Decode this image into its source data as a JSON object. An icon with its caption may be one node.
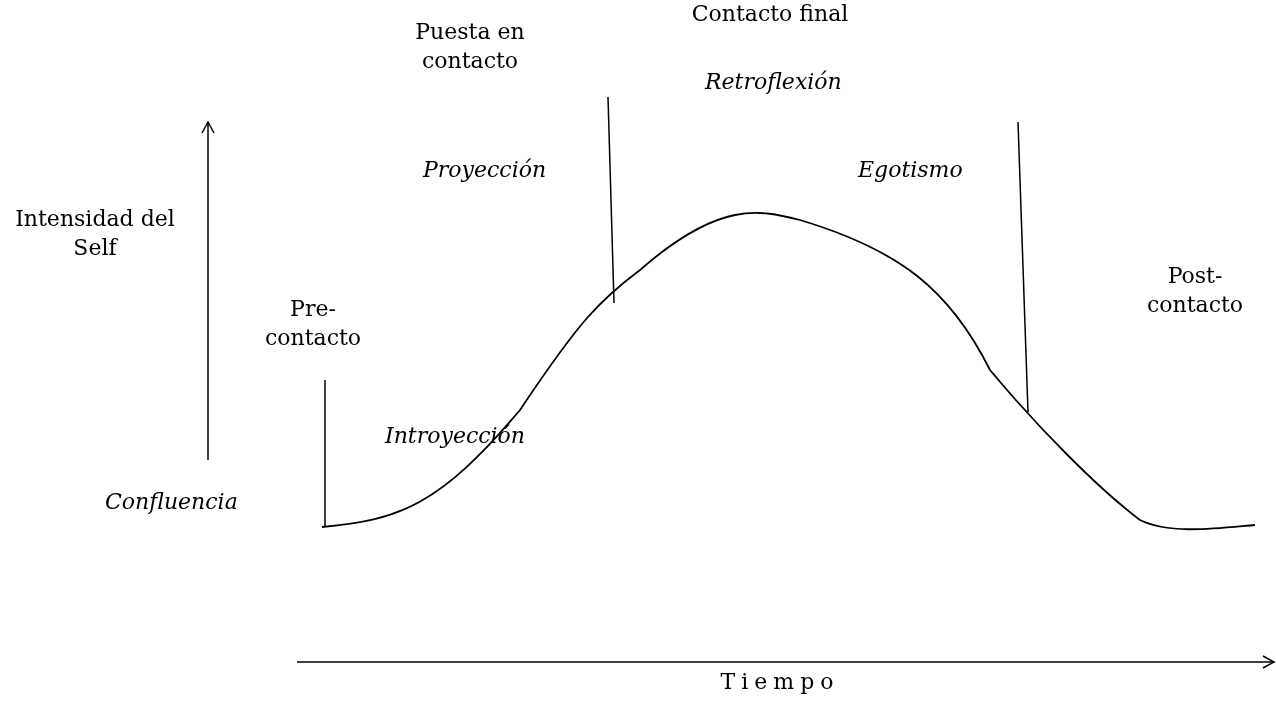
{
  "diagram": {
    "labels": [
      "Puesta en contacto",
      "Contacto final",
      "Retroflexión",
      "Proyección",
      "Egotismo",
      "Intensidad del Self",
      "Post-contacto",
      "Pre-contacto",
      "Introyección",
      "Confluencia",
      "Tiempo"
    ]
  }
}
